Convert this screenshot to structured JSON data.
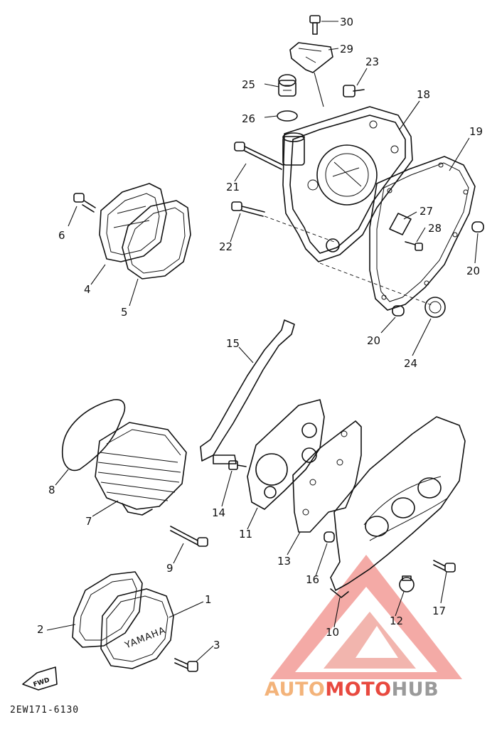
{
  "diagram_code": "2EW171-6130",
  "fwd_label": "FWD",
  "cover_brand": "YAMAHA",
  "callouts": [
    "30",
    "29",
    "23",
    "25",
    "18",
    "19",
    "26",
    "21",
    "6",
    "27",
    "28",
    "22",
    "4",
    "20",
    "5",
    "20",
    "24",
    "15",
    "8",
    "14",
    "7",
    "11",
    "9",
    "13",
    "16",
    "1",
    "17",
    "2",
    "10",
    "12",
    "3"
  ],
  "watermark": {
    "part1": "AUTO",
    "part2": "MOTO",
    "part3": "HUB",
    "colors": [
      "#f3b37a",
      "#e8493f",
      "#9a9a9a"
    ]
  }
}
